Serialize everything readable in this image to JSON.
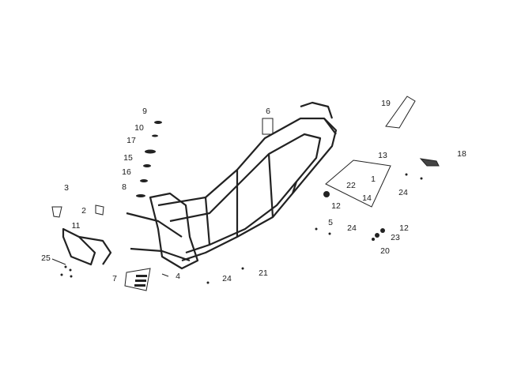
{
  "diagram": {
    "type": "exploded parts diagram - scooter frame",
    "callouts": [
      "9",
      "10",
      "17",
      "15",
      "16",
      "8",
      "3",
      "2",
      "11",
      "25",
      "7",
      "4",
      "24",
      "21",
      "6",
      "19",
      "18",
      "13",
      "1",
      "22",
      "14",
      "24",
      "12",
      "5",
      "24",
      "12",
      "23",
      "20"
    ]
  }
}
